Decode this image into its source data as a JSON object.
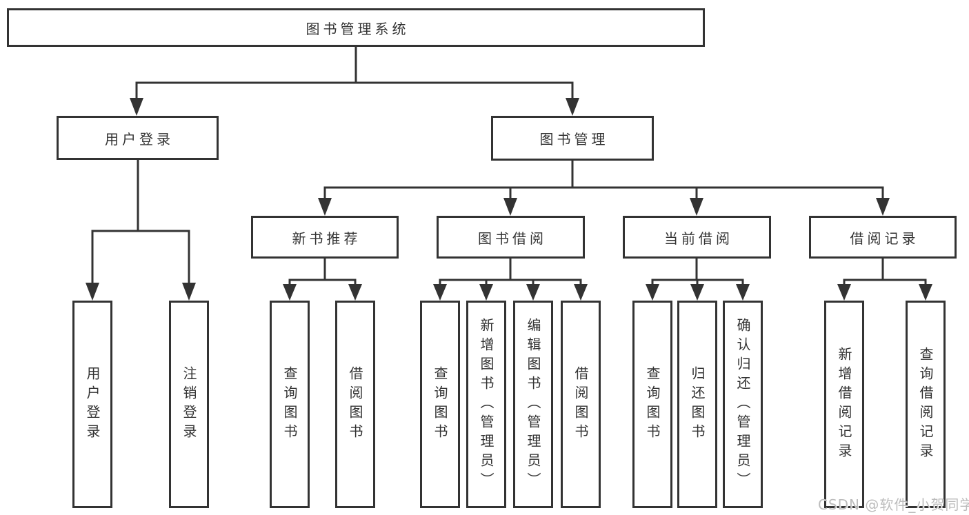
{
  "tree": {
    "root": "图书管理系统",
    "level2": [
      "用户登录",
      "图书管理"
    ],
    "level3": [
      "新书推荐",
      "图书借阅",
      "当前借阅",
      "借阅记录"
    ],
    "user_children": [
      "用户登录",
      "注销登录"
    ],
    "newbook_children": [
      "查询图书",
      "借阅图书"
    ],
    "borrow_children": [
      "查询图书",
      "新增图书（管理员）",
      "编辑图书（管理员）",
      "借阅图书"
    ],
    "current_children": [
      "查询图书",
      "归还图书",
      "确认归还（管理员）"
    ],
    "record_children": [
      "新增借阅记录",
      "查询借阅记录"
    ]
  },
  "watermark": {
    "text": "CSDN @软件_小贺同学"
  },
  "colors": {
    "line": "#333333",
    "text": "#333333",
    "box_background": "#ffffff",
    "watermark": "#bcbcbc",
    "background": "#ffffff"
  }
}
